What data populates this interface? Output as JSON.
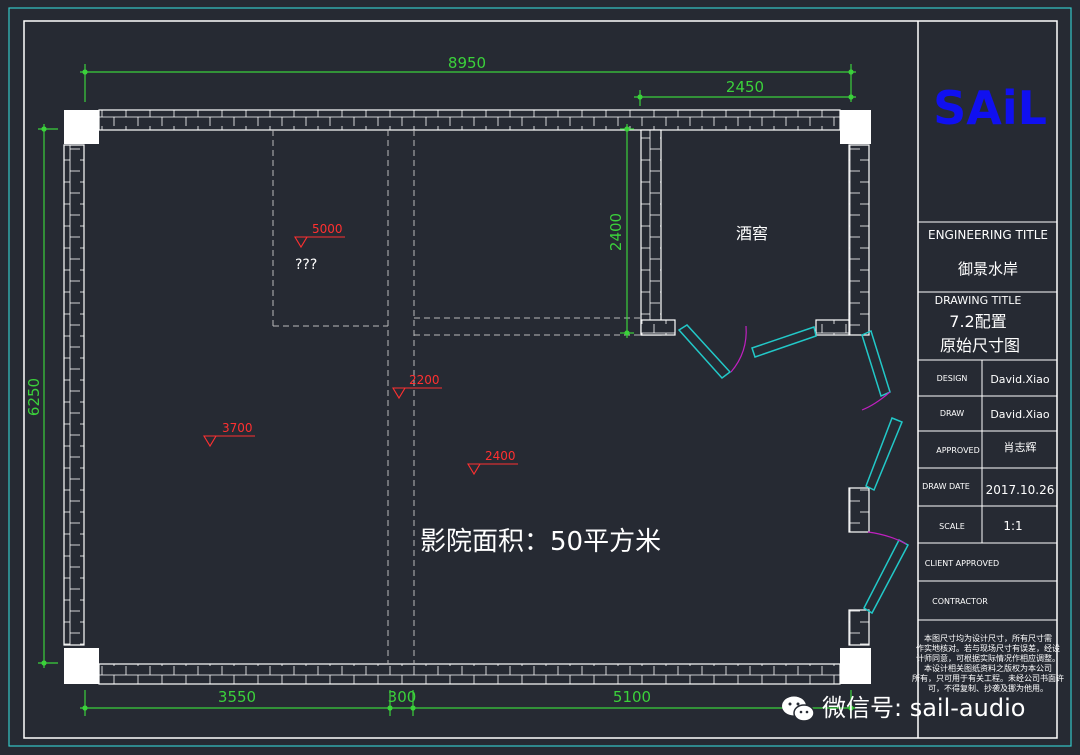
{
  "logo": "SAiL",
  "title_block": {
    "engineering_title_label": "ENGINEERING TITLE",
    "project_name": "御景水岸",
    "drawing_title_label": "DRAWING TITLE",
    "drawing_title_line1": "7.2配置",
    "drawing_title_line2": "原始尺寸图",
    "design_label": "DESIGN",
    "design_value": "David.Xiao",
    "draw_label": "DRAW",
    "draw_value": "David.Xiao",
    "approved_label": "APPROVED",
    "approved_value": "肖志辉",
    "date_label": "DRAW DATE",
    "date_value": "2017.10.26",
    "scale_label": "SCALE",
    "scale_value": "1:1",
    "client_label": "CLIENT APPROVED",
    "contractor_label": "CONTRACTOR",
    "notes": [
      "本图尺寸均为设计尺寸，所有尺寸需",
      "作实地核对。若与现场尺寸有误差，经设",
      "计师同意，可根据实际情况作相应调整。",
      "本设计相关图纸资料之版权为本公司",
      "所有，只可用于有关工程。未经公司书面许",
      "可，不得复制、抄袭及挪为他用。"
    ]
  },
  "dimensions": {
    "total_width": "8950",
    "cellar_width": "2450",
    "total_height": "6250",
    "cellar_height": "2400",
    "bottom_left": "3550",
    "bottom_mid": "300",
    "bottom_right": "5100"
  },
  "level_marks": [
    "5000",
    "2200",
    "3700",
    "2400"
  ],
  "unknown_label": "???",
  "room_label": "酒窖",
  "area_text": "影院面积：50平方米",
  "watermark": "微信号: sail-audio",
  "colors": {
    "background": "#262a33",
    "dimension": "#3bd13b",
    "level": "#ff3030",
    "door": "#22c8c8",
    "door_swing": "#c020c0",
    "logo": "#1010f0"
  }
}
